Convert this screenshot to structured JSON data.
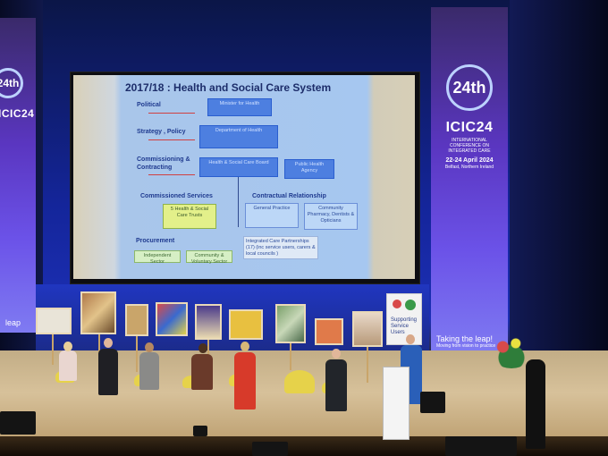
{
  "scene": {
    "description_type": "conference-stage-photo"
  },
  "banner_right": {
    "badge": "24th",
    "name": "ICIC24",
    "subtitle": "INTERNATIONAL CONFERENCE ON INTEGRATED CARE",
    "dates": "22-24 April 2024",
    "place": "Belfast, Northern Ireland",
    "footer": "Taking the leap!",
    "footer_small": "Moving from vision to practice"
  },
  "banner_left": {
    "badge": "24th",
    "name": "ICIC24",
    "footer": "leap"
  },
  "slide": {
    "title": "2017/18 : Health and Social Care System",
    "labels": {
      "political": "Political",
      "strategy": "Strategy , Policy",
      "commissioning": "Commissioning &",
      "contracting": "Contracting",
      "commissioned_services": "Commissioned Services",
      "contractual": "Contractual Relationship",
      "procurement": "Procurement"
    },
    "boxes": {
      "minister": "Minister for Health",
      "department": "Department of Health",
      "hscb": "Health & Social Care Board",
      "pha": "Public Health Agency",
      "trusts": "5 Health & Social Care Trusts",
      "gp": "General Practice",
      "pharmacy": "Community Pharmacy, Dentists & Opticians",
      "icp": "Integrated Care Partnerships (17) (inc service users, carers & local councils )",
      "independent": "Independent Sector",
      "voluntary": "Community & Voluntary Sector"
    }
  },
  "poster": {
    "text": "Supporting Service Users"
  },
  "colors": {
    "stage_blue": "#1c2fb5",
    "banner_purple": "#5a36c0",
    "slide_blue": "#a6c7f0"
  }
}
